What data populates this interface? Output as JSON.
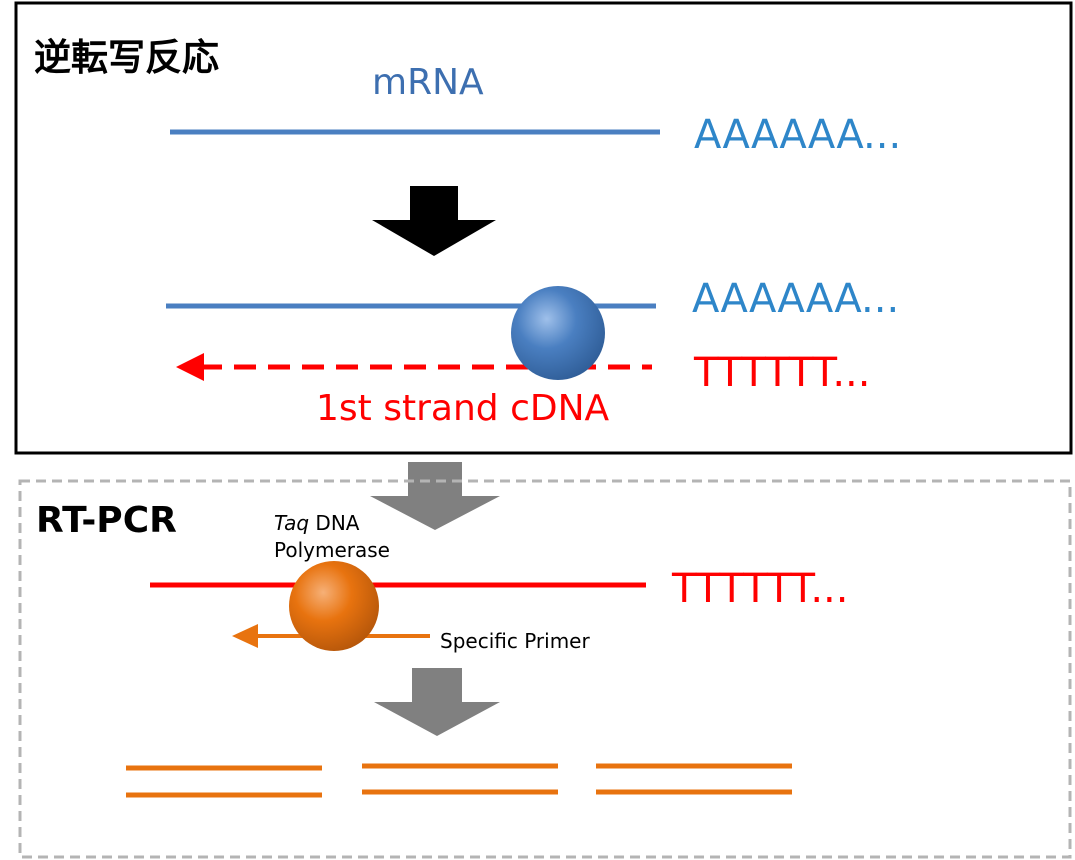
{
  "colors": {
    "mrna_blue": "#4a7fc1",
    "poly_a_blue": "#2e86c9",
    "cdna_red": "#ff0000",
    "pcr_orange": "#e8730f",
    "arrow_black": "#000000",
    "arrow_gray": "#808080",
    "enzyme_blue": "#4a7fc1",
    "enzyme_orange": "#e8730f",
    "box_border": "#000000",
    "dashed_border": "#b4b4b4"
  },
  "rt_section": {
    "title": "逆転写反応",
    "mrna_label": "mRNA",
    "poly_a_top": "AAAAAA...",
    "poly_a_bottom": "AAAAAA...",
    "poly_t": "TTTTTT...",
    "cdna_label": "1st strand cDNA",
    "enzyme_icon": "reverse-transcriptase-sphere-icon"
  },
  "pcr_section": {
    "title": "RT-PCR",
    "polymerase_label_italic": "Taq",
    "polymerase_label_rest": " DNA",
    "polymerase_label_line2": "Polymerase",
    "poly_t": "TTTTTT...",
    "primer_label": "Specific Primer",
    "enzyme_icon": "taq-polymerase-sphere-icon"
  }
}
